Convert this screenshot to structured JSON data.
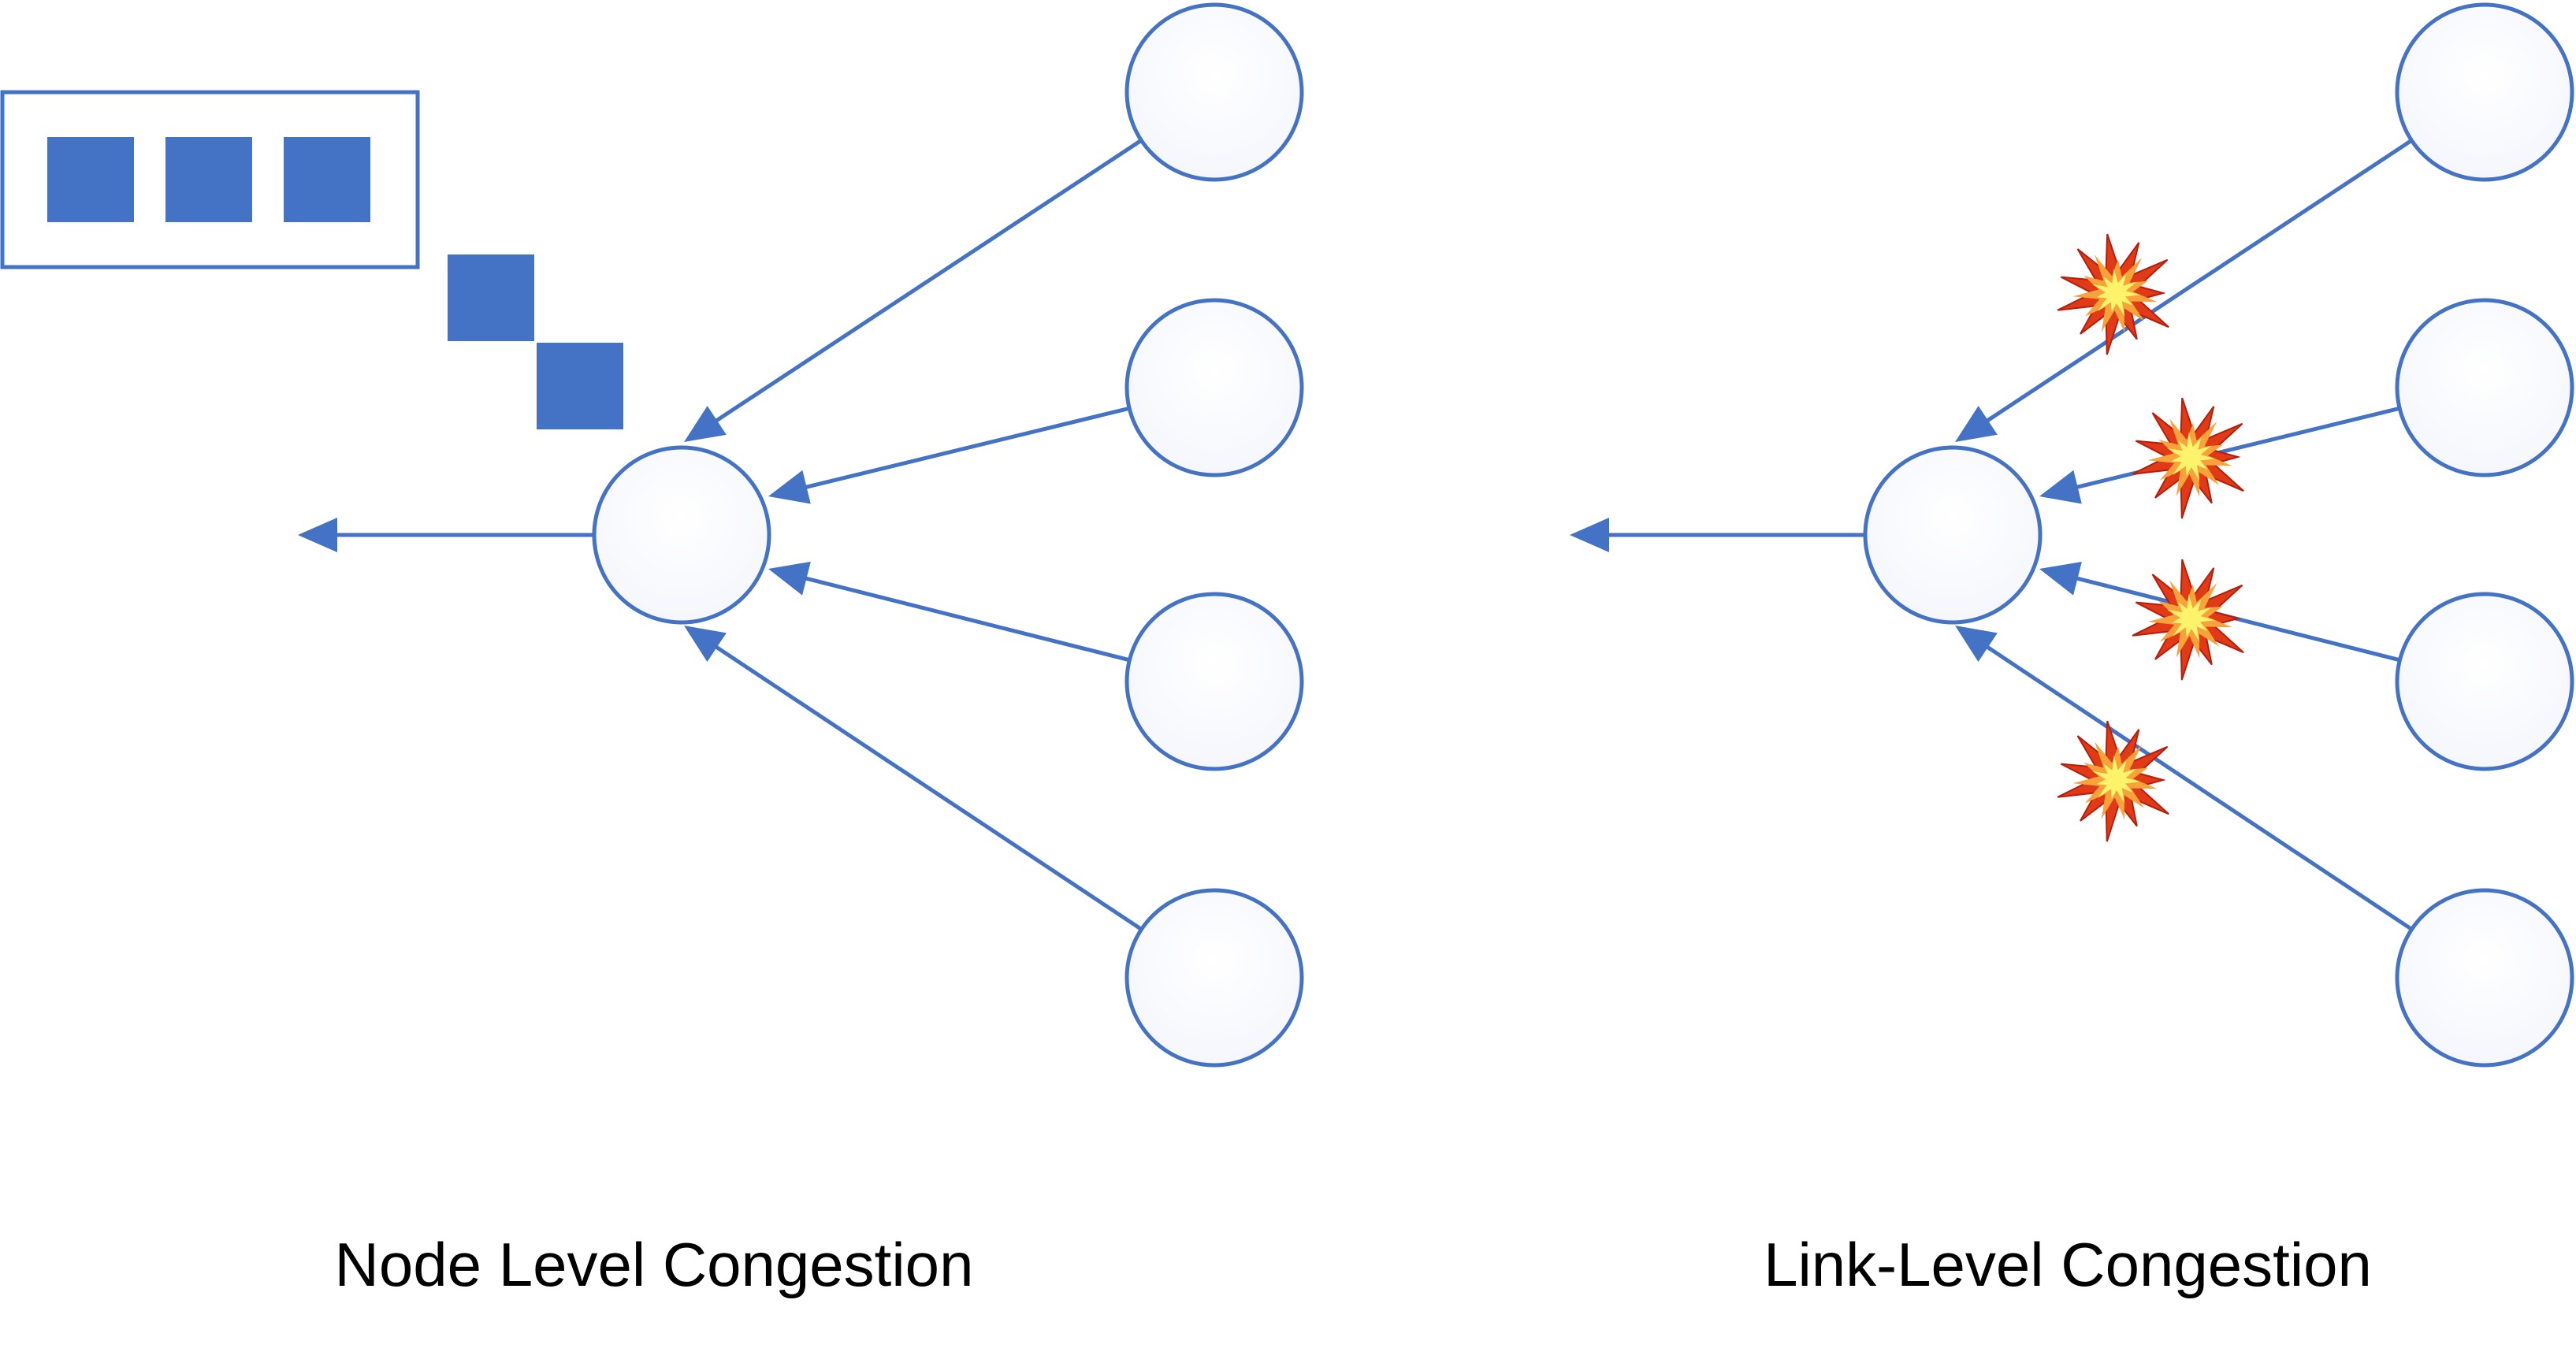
{
  "captions": {
    "left": "Node Level Congestion",
    "right": "Link-Level Congestion"
  },
  "colors": {
    "accent": "#4472C4",
    "node_fill": "#F4F6FC",
    "burst_outer": "#E03A17",
    "burst_mid": "#F7A23A",
    "burst_inner": "#FFF36B"
  },
  "diagrams": [
    {
      "name": "node-level",
      "leaf_count": 4,
      "queue_buffer_packets": 3,
      "dequeued_packets": 2,
      "link_bursts": 0
    },
    {
      "name": "link-level",
      "leaf_count": 4,
      "queue_buffer_packets": 0,
      "dequeued_packets": 0,
      "link_bursts": 4
    }
  ]
}
